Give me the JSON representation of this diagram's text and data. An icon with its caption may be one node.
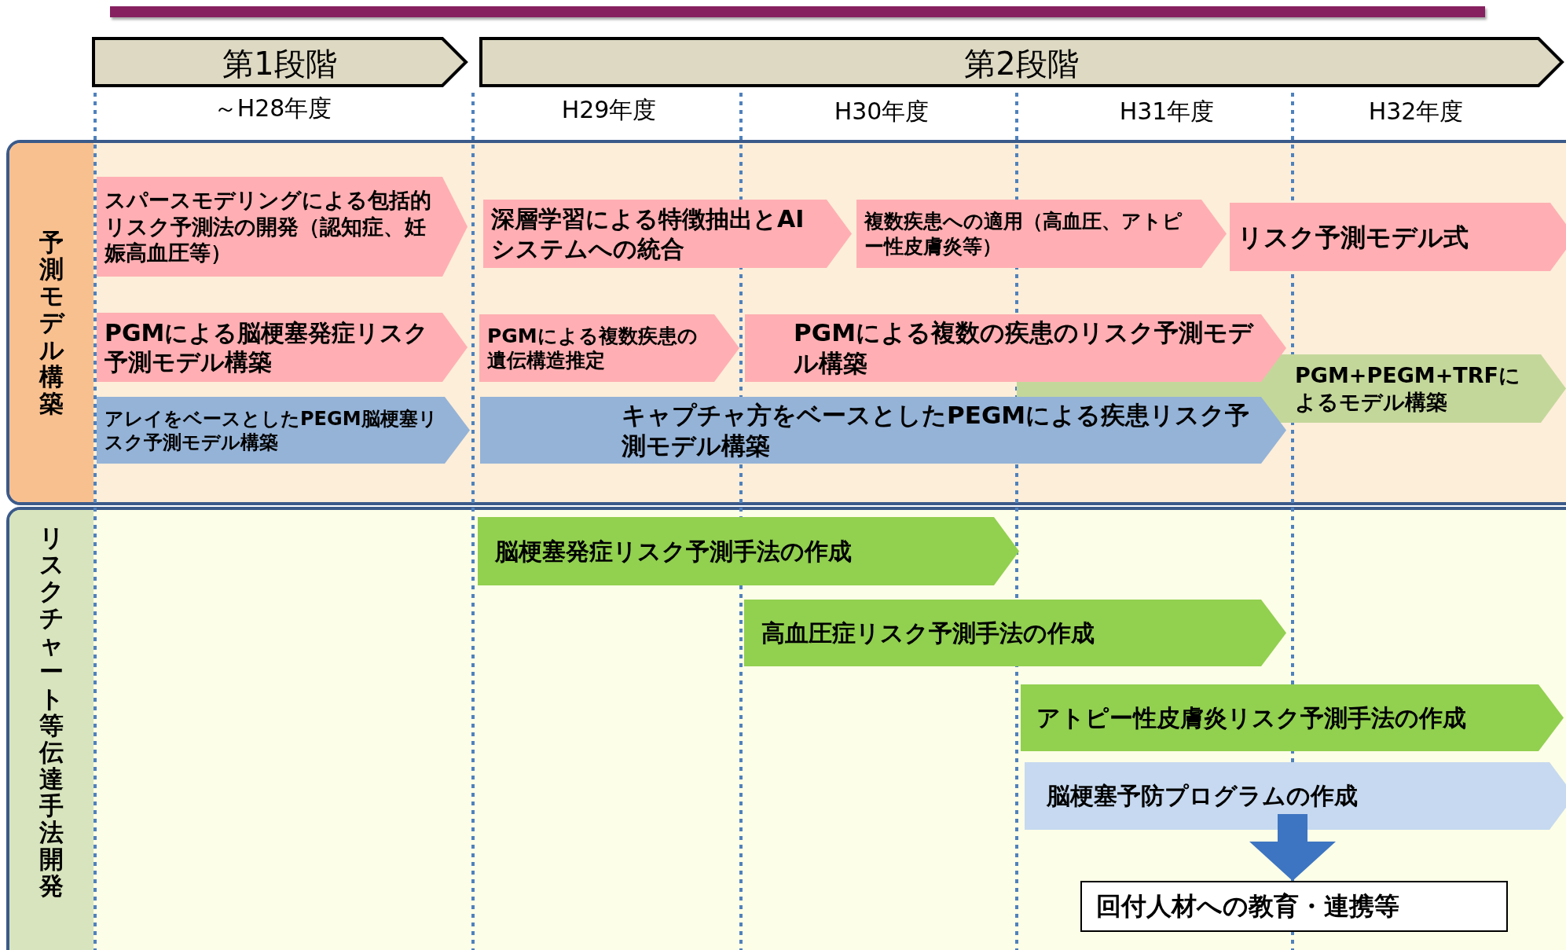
{
  "diagram": {
    "nodes": [
      {
        "text": [
          "第1段階"
        ]
      },
      {
        "text": [
          "第2段階"
        ]
      },
      {
        "text": [
          "予測モデル構築"
        ]
      },
      {
        "text": [
          "スパースモデリングによる包括的リスク予測法の開発（認知症、妊娠高血圧等）"
        ],
        "in": 2
      },
      {
        "text": [
          "深層学習による特徴抽出とAIシステムへの統合"
        ],
        "in": 2
      },
      {
        "text": [
          "複数疾患への適用（高血圧、アトピー性皮膚炎等）"
        ],
        "in": 2
      },
      {
        "text": [
          "リスク予測モデル式"
        ],
        "in": 2
      },
      {
        "text": [
          "PGMによる脳梗塞発症リスク予測モデル構築"
        ],
        "in": 2
      },
      {
        "text": [
          "PGMによる複数疾患の遺伝構造推定"
        ],
        "in": 2
      },
      {
        "text": [
          "PGMによる複数の疾患のリスク予測モデル構築"
        ],
        "in": 2
      },
      {
        "text": [
          "PGM+PEGM+TRFによるモデル構築"
        ],
        "in": 2
      },
      {
        "text": [
          "アレイをベースとしたPEGM脳梗塞リスク予測モデル構築"
        ],
        "in": 2
      },
      {
        "text": [
          "キャプチャ方をベースとしたPEGMによる疾患リスク予測モデル構築"
        ],
        "in": 2
      },
      {
        "text": [
          "リスクチャート等伝達手法開発"
        ]
      },
      {
        "text": [
          "脳梗塞発症リスク予測手法の作成"
        ],
        "in": 13
      },
      {
        "text": [
          "高血圧症リスク予測手法の作成"
        ],
        "in": 13
      },
      {
        "text": [
          "アトピー性皮膚炎リスク予測手法の作成"
        ],
        "in": 13
      },
      {
        "text": [
          "脳梗塞予防プログラムの作成"
        ],
        "in": 13
      },
      {
        "text": [
          "回付人材への教育・連携等"
        ],
        "in": 13
      }
    ],
    "edges": [
      {
        "from": 17,
        "to": 18,
        "arrow": "to"
      }
    ],
    "labels": [
      "～H28年度",
      "H29年度",
      "H30年度",
      "H31年度",
      "H32年度"
    ]
  }
}
